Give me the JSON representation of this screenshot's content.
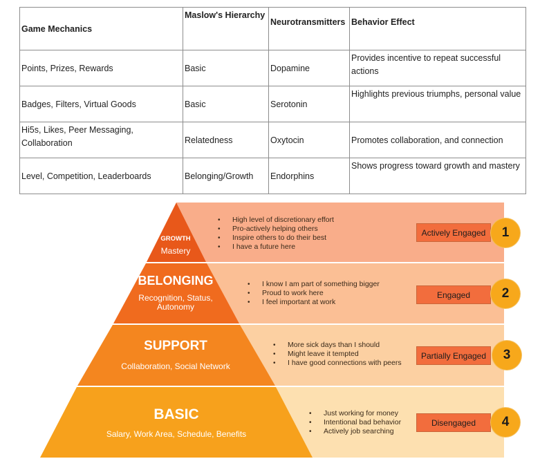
{
  "table": {
    "headers": [
      "Game Mechanics",
      "Maslow's Hierarchy",
      "Neurotransmitters",
      "Behavior Effect"
    ],
    "rows": [
      [
        "Points, Prizes, Rewards",
        "Basic",
        "Dopamine",
        "Provides incentive to repeat successful actions"
      ],
      [
        "Badges, Filters, Virtual Goods",
        "Basic",
        "Serotonin",
        "Highlights previous triumphs, personal value"
      ],
      [
        "Hi5s, Likes, Peer Messaging, Collaboration",
        "Relatedness",
        "Oxytocin",
        "Promotes collaboration, and connection"
      ],
      [
        "Level, Competition, Leaderboards",
        "Belonging/Growth",
        "Endorphins",
        "Shows progress toward growth and mastery"
      ]
    ]
  },
  "pyramid": {
    "tiers": [
      {
        "title": "GROWTH",
        "subtitle": "Mastery",
        "bullets": [
          "High level of discretionary effort",
          "Pro-actively helping others",
          "Inspire others to do their best",
          "I have a future here"
        ],
        "status": "Actively Engaged",
        "rank": "1",
        "colors": {
          "triangle": "#e8581a",
          "band": "#f9ad8a"
        }
      },
      {
        "title": "BELONGING",
        "subtitle": "Recognition, Status, Autonomy",
        "bullets": [
          "I know I am part of something bigger",
          "Proud to work here",
          "I feel important at work"
        ],
        "status": "Engaged",
        "rank": "2",
        "colors": {
          "triangle": "#f06b1e",
          "band": "#fbbf95"
        }
      },
      {
        "title": "SUPPORT",
        "subtitle": "Collaboration, Social Network",
        "bullets": [
          "More sick days than I should",
          "Might leave it tempted",
          "I have good connections with peers"
        ],
        "status": "Partially Engaged",
        "rank": "3",
        "colors": {
          "triangle": "#f4861f",
          "band": "#fcd0a2"
        }
      },
      {
        "title": "BASIC",
        "subtitle": "Salary, Work Area, Schedule, Benefits",
        "bullets": [
          "Just working for money",
          "Intentional bad behavior",
          "Actively job searching"
        ],
        "status": "Disengaged",
        "rank": "4",
        "colors": {
          "triangle": "#f7a11c",
          "band": "#fde0b0"
        }
      }
    ],
    "status_color": "#f26d3d",
    "rank_color": "#f7a81b"
  }
}
